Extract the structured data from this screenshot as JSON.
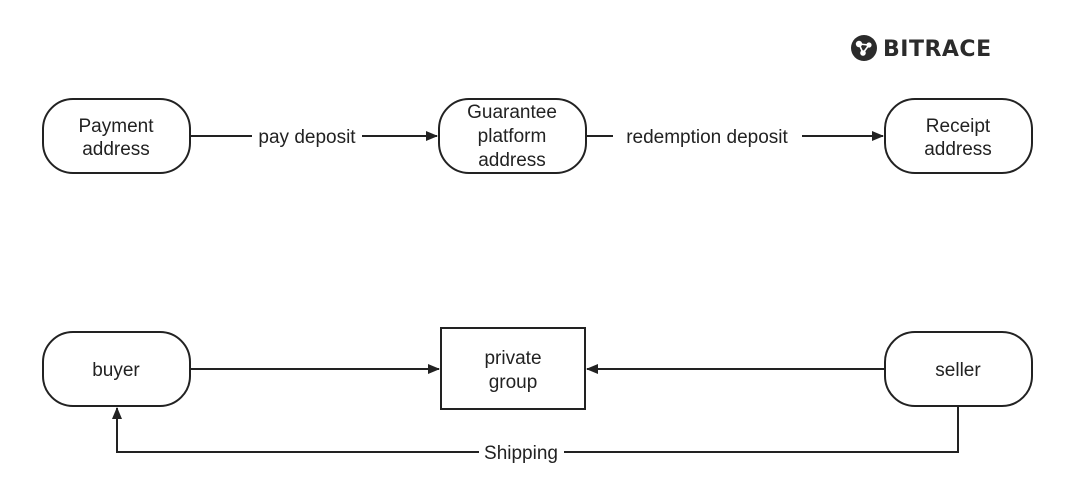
{
  "logo": {
    "text": "BITRACE",
    "color": "#2b2b2b"
  },
  "flow_deposit": {
    "nodes": {
      "payment": [
        "Payment",
        "address"
      ],
      "guarantee": [
        "Guarantee",
        "platform",
        "address"
      ],
      "receipt": [
        "Receipt",
        "address"
      ]
    },
    "edges": {
      "pay": "pay deposit",
      "redeem": "redemption deposit"
    }
  },
  "flow_trade": {
    "nodes": {
      "buyer": [
        "buyer"
      ],
      "group": [
        "private",
        "group"
      ],
      "seller": [
        "seller"
      ]
    },
    "edges": {
      "shipping": "Shipping"
    }
  },
  "colors": {
    "stroke": "#222222",
    "background": "#ffffff"
  }
}
